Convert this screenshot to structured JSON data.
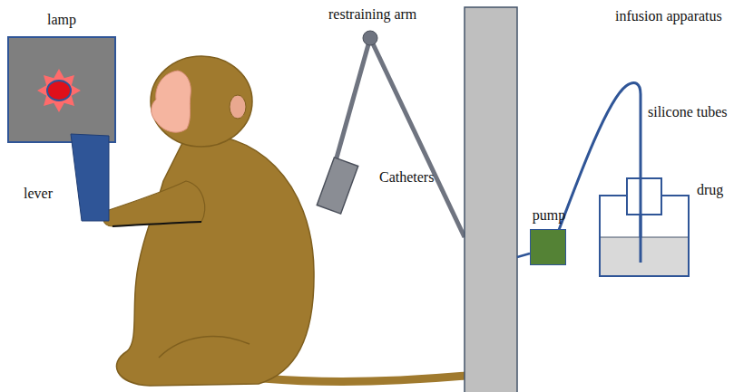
{
  "diagram": {
    "nodes": [
      {
        "text": [
          "lamp"
        ]
      },
      {
        "text": [
          "lever"
        ]
      },
      {
        "text": [
          "pump"
        ]
      },
      {
        "text": [
          "drug"
        ]
      }
    ],
    "labels": [
      "restraining arm",
      "infusion apparatus",
      "Catheters",
      "silicone tubes"
    ]
  }
}
